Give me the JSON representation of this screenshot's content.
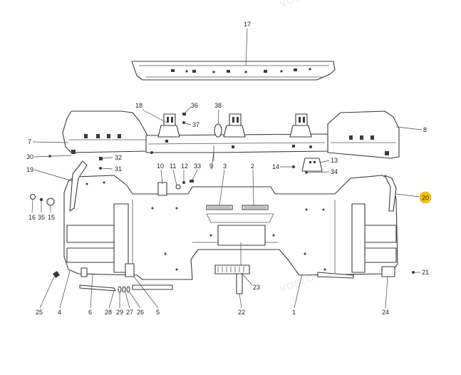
{
  "watermark": "VOSTOK",
  "highlight": {
    "label": "20",
    "color": "#f7c600"
  },
  "callouts": [
    {
      "id": "c17",
      "label": "17"
    },
    {
      "id": "c18",
      "label": "18"
    },
    {
      "id": "c36",
      "label": "36"
    },
    {
      "id": "c37",
      "label": "37"
    },
    {
      "id": "c38",
      "label": "38"
    },
    {
      "id": "c7",
      "label": "7"
    },
    {
      "id": "c8",
      "label": "8"
    },
    {
      "id": "c30",
      "label": "30"
    },
    {
      "id": "c32",
      "label": "32"
    },
    {
      "id": "c31",
      "label": "31"
    },
    {
      "id": "c19",
      "label": "19"
    },
    {
      "id": "c10",
      "label": "10"
    },
    {
      "id": "c11",
      "label": "11"
    },
    {
      "id": "c12",
      "label": "12"
    },
    {
      "id": "c33",
      "label": "33"
    },
    {
      "id": "c3",
      "label": "3"
    },
    {
      "id": "c9",
      "label": "9"
    },
    {
      "id": "c2",
      "label": "2"
    },
    {
      "id": "c14",
      "label": "14"
    },
    {
      "id": "c13",
      "label": "13"
    },
    {
      "id": "c34",
      "label": "34"
    },
    {
      "id": "c16",
      "label": "16"
    },
    {
      "id": "c35",
      "label": "35"
    },
    {
      "id": "c15",
      "label": "15"
    },
    {
      "id": "c21",
      "label": "21"
    },
    {
      "id": "c23",
      "label": "23"
    },
    {
      "id": "c25",
      "label": "25"
    },
    {
      "id": "c4",
      "label": "4"
    },
    {
      "id": "c6",
      "label": "6"
    },
    {
      "id": "c28",
      "label": "28"
    },
    {
      "id": "c29",
      "label": "29"
    },
    {
      "id": "c27",
      "label": "27"
    },
    {
      "id": "c26",
      "label": "26"
    },
    {
      "id": "c5",
      "label": "5"
    },
    {
      "id": "c22",
      "label": "22"
    },
    {
      "id": "c1",
      "label": "1"
    },
    {
      "id": "c24",
      "label": "24"
    }
  ]
}
